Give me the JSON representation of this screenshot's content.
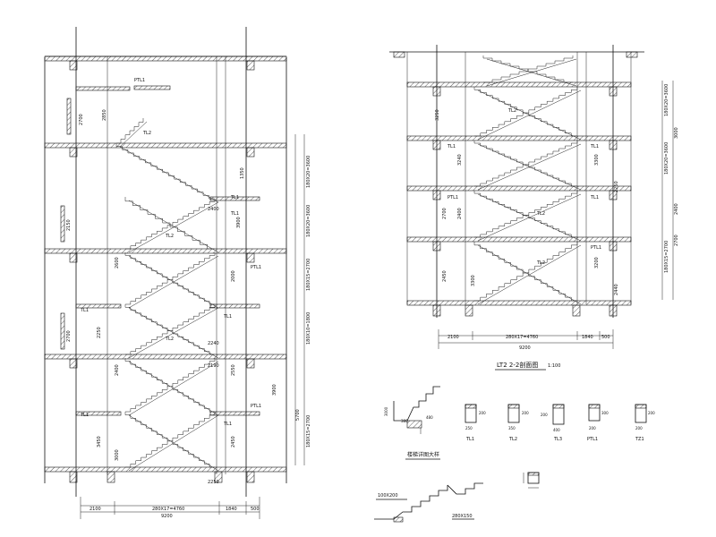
{
  "left_section": {
    "dims_bottom": [
      "2100",
      "280X17=4760",
      "1840",
      "500"
    ],
    "dim_total": "9200",
    "dims_right": [
      "180X20=3600",
      "180X20=3600",
      "180X15=2700",
      "180X10=1800",
      "180X15=2700"
    ],
    "dims_left": [
      "2700",
      "2150",
      "2700",
      "3900",
      "1350"
    ],
    "dims_inner": [
      "2850",
      "3900",
      "2600",
      "2250",
      "2400",
      "5700",
      "3450",
      "3000",
      "2000",
      "2550",
      "2450",
      "2240",
      "2190",
      "2250",
      "2400"
    ],
    "labels_tl": [
      "TL1",
      "TL1",
      "TL1",
      "TL1",
      "TL1",
      "TL1",
      "PTL1",
      "TL2",
      "TL2",
      "TL2",
      "PTL1",
      "PTL1"
    ]
  },
  "right_section": {
    "dims_bottom": [
      "2100",
      "280X17=4760",
      "1840",
      "500"
    ],
    "dim_total": "9200",
    "dims_right": [
      "180X20=3600",
      "180X20=3600",
      "180X15=2700"
    ],
    "dims_left": [
      "3000",
      "2400",
      "2700"
    ],
    "dims_inner": [
      "3250",
      "3240",
      "2400",
      "2700",
      "2450",
      "2250",
      "3300",
      "3200",
      "2440",
      "3300"
    ],
    "labels_tl": [
      "TL2",
      "TL2",
      "TL1",
      "TL1",
      "PTL1",
      "TL2",
      "PTL1",
      "TL1"
    ],
    "title": "LT2 2-2剖面图",
    "title_scale": "1:100"
  },
  "details": {
    "items": [
      {
        "label": "TL1",
        "dims": [
          "250",
          "200"
        ]
      },
      {
        "label": "TL2",
        "dims": [
          "350",
          "200"
        ]
      },
      {
        "label": "TL3",
        "dims": [
          "400",
          "200"
        ]
      },
      {
        "label": "PTL1",
        "dims": [
          "200",
          "300"
        ]
      },
      {
        "label": "TZ1",
        "dims": [
          "200",
          "200"
        ]
      }
    ],
    "stair_detail_label": "楼梯详图大样",
    "stair_detail_dims": [
      "100X200",
      "280X150"
    ],
    "misc_dims": [
      "3000",
      "380",
      "480"
    ]
  }
}
